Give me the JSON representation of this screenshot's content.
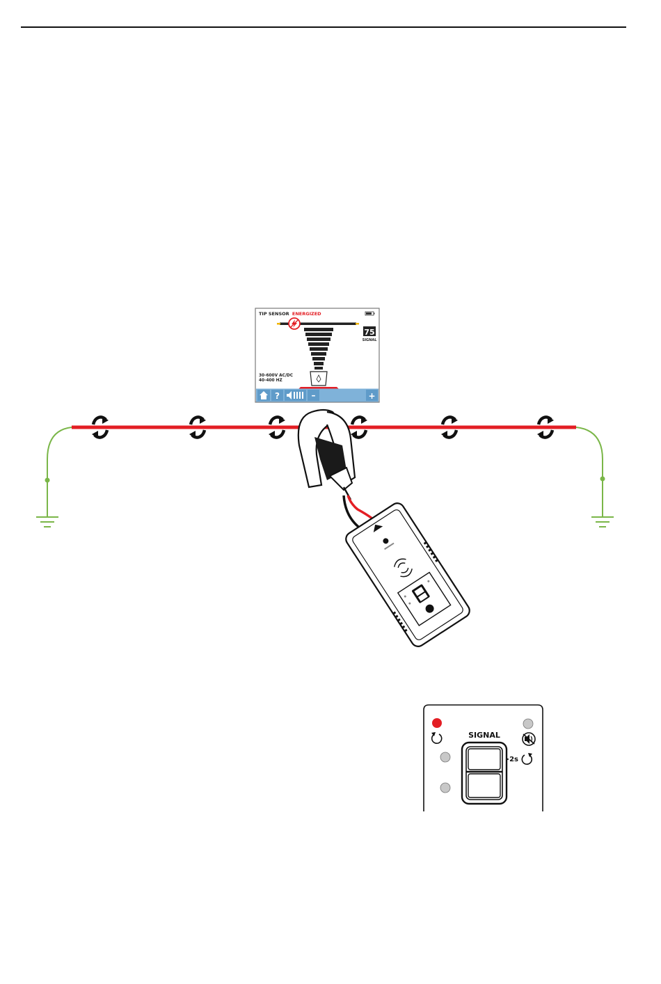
{
  "screen": {
    "header_prefix": "TIP SENSOR",
    "header_status": "ENERGIZED",
    "signal_value": "75",
    "signal_label": "SIGNAL",
    "spec_voltage": "30-600V AC/DC",
    "spec_frequency": "40-400 HZ",
    "toolbar": {
      "home_icon": "home-icon",
      "help_label": "?",
      "minus_label": "–",
      "plus_label": "+"
    }
  },
  "panel": {
    "signal_title": "SIGNAL",
    "hold_label": ">2s"
  },
  "colors": {
    "wire": "#e31e24",
    "ground": "#7ab648",
    "screen_bar": "#7fb2d9",
    "led_red": "#e31e24",
    "led_gray": "#c8c8c8"
  }
}
